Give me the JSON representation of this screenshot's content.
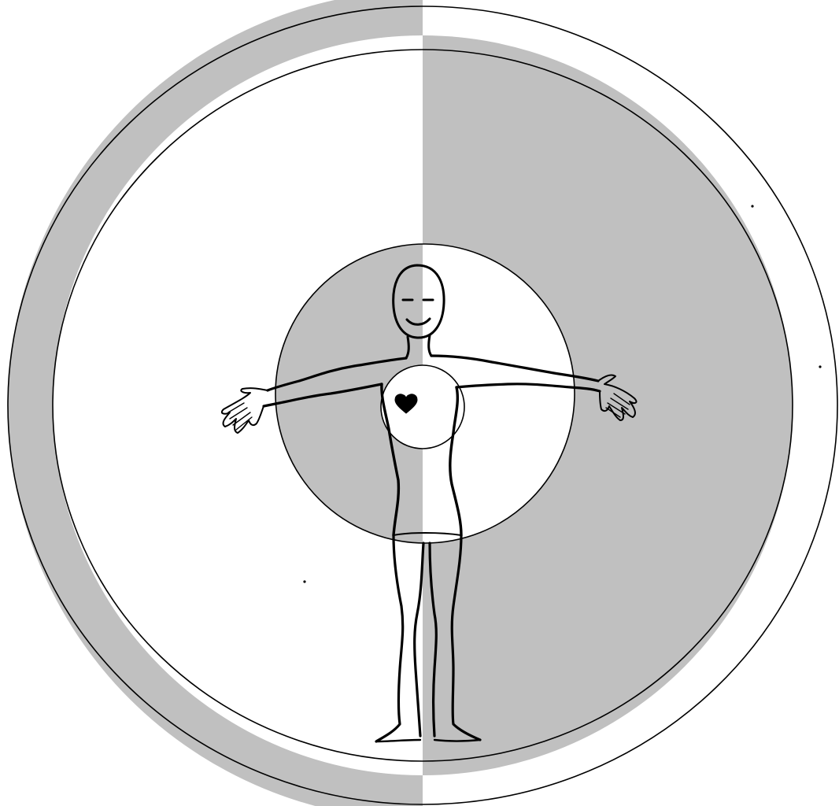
{
  "diagram": {
    "colors": {
      "shade": "#c0c0c0",
      "light": "#ffffff",
      "ink": "#000000"
    },
    "rings": [
      {
        "name": "outer-ring",
        "left_half": "shade",
        "right_half": "light"
      },
      {
        "name": "middle-field",
        "left_half": "light",
        "right_half": "shade"
      },
      {
        "name": "inner-circle",
        "left_half": "shade",
        "right_half": "light"
      },
      {
        "name": "heart-circle",
        "left_half": "light",
        "right_half": "light"
      }
    ],
    "figure": {
      "description_icon": "standing-human-figure-arms-outstretched",
      "heart_icon": "heart-icon"
    }
  }
}
